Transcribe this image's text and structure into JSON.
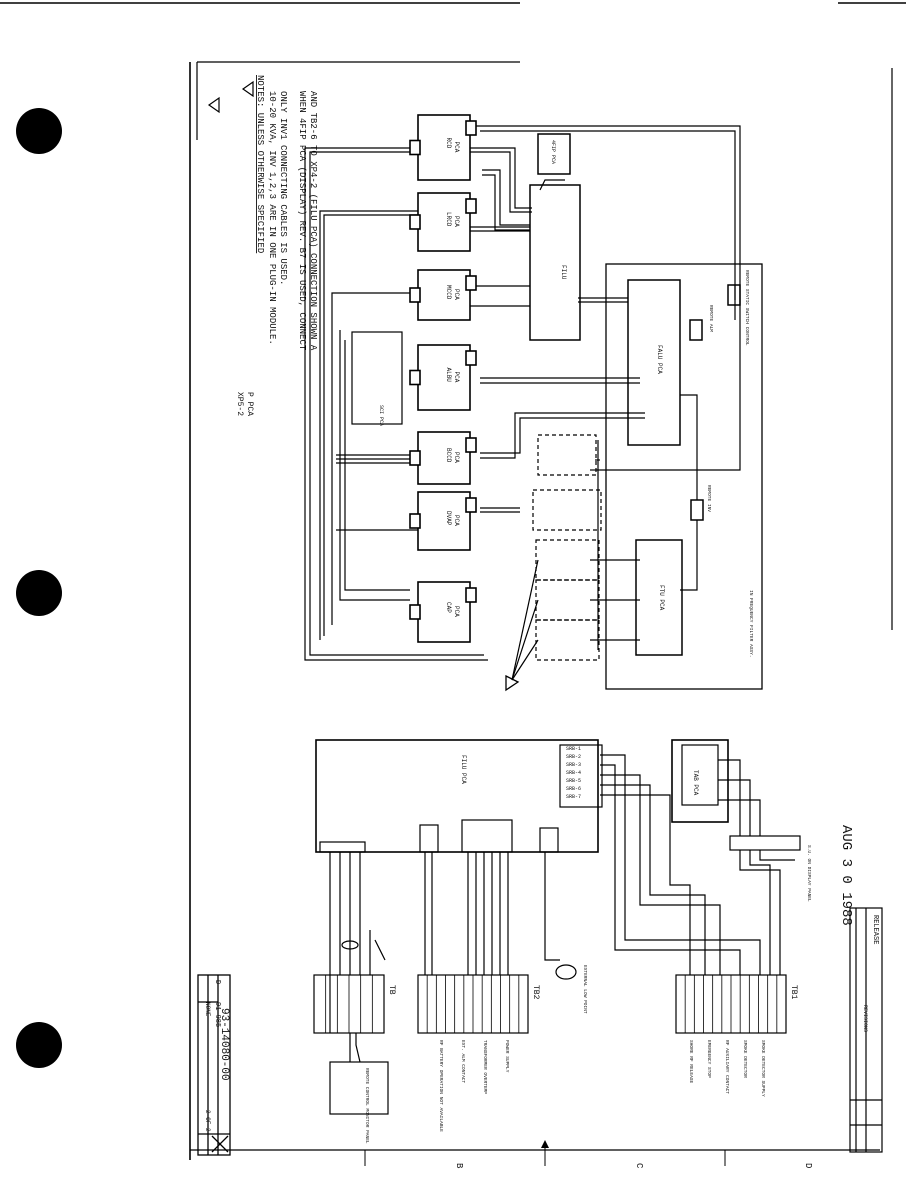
{
  "notes": {
    "heading": "NOTES: UNLESS OTHERWISE SPECIFIED",
    "note1_line1": "10-20 KVA, INV 1,2,3 ARE IN ONE PLUG-IN MODULE.",
    "note1_line2": "ONLY INV1 CONNECTING CABLES IS USED.",
    "note2_line1": "WHEN 4FIP PCA (DISPLAY) REV. B7 IS USED, CONNECT",
    "note2_line2": "AND TB2-6 TO XP4-2 (FILU PCA) CONNECTION SHOWN A"
  },
  "upper_pcas": [
    {
      "name": "RCD",
      "sub": "PCA"
    },
    {
      "name": "LRCD",
      "sub": "PCA"
    },
    {
      "name": "MCCD",
      "sub": "PCA"
    },
    {
      "name": "ALBU",
      "sub": "PCA"
    },
    {
      "name": "BCCD",
      "sub": "PCA"
    },
    {
      "name": "DVAP",
      "sub": "PCA"
    },
    {
      "name": "CAP",
      "sub": "PCA"
    }
  ],
  "small_pcas": {
    "dip": "4FIP PCA",
    "sub": "SCI PCA",
    "xp": "XP5-2",
    "xp_sub": "P PCA"
  },
  "center_blocks": {
    "filu": "FILU",
    "falu": "FALU PCA",
    "ftu": "FTU PCA",
    "remote_static": "REMOTE STATIC SWITCH CONTROL",
    "remote_alm": "REMOTE ALM",
    "remote_inv": "REMOTE INV",
    "filter_assy": "IN FREQUENCY FILTER ASSY."
  },
  "lower_blocks": {
    "filu_pca": "FILU PCA",
    "tab_pca": "TAB PCA",
    "tb1": "TB1",
    "tb2": "TB2",
    "tb3": "TB",
    "remote_panel": "REMOTE CONTROL MONITOR PANEL",
    "display_panel": "S.U. ON DISPLAY PANEL",
    "external": "EXTERNAL LOW POINT",
    "connector_labels": [
      "SRB-1",
      "SRB-2",
      "SRB-3",
      "SRB-4",
      "SRB-5",
      "SRB-6",
      "SRB-7"
    ],
    "tb1_notes": [
      "SHORE RF RELEASE",
      "EMERGENCY STOP",
      "RF AUXILIARY CONTACT",
      "SMOKE DETECTOR",
      "SMOKE DETECTOR SUPPLY"
    ],
    "tb2_notes": [
      "RF BATTERY OPERATION NOT AVAILABLE",
      "EXT. ALM CONTACT",
      "TRANSFORMER OVERTEMP",
      "POWER SUPPLY"
    ]
  },
  "stamp": "AUG 3 0 1988",
  "title_block": {
    "drawing_number": "93-14080-00",
    "size": "D",
    "code": "91 985",
    "scale": "NONE",
    "sheet": "2 OF 2",
    "rev_title": "REVISIONS",
    "rev_release": "RELEASE"
  },
  "zones": [
    "B",
    "C",
    "D"
  ]
}
